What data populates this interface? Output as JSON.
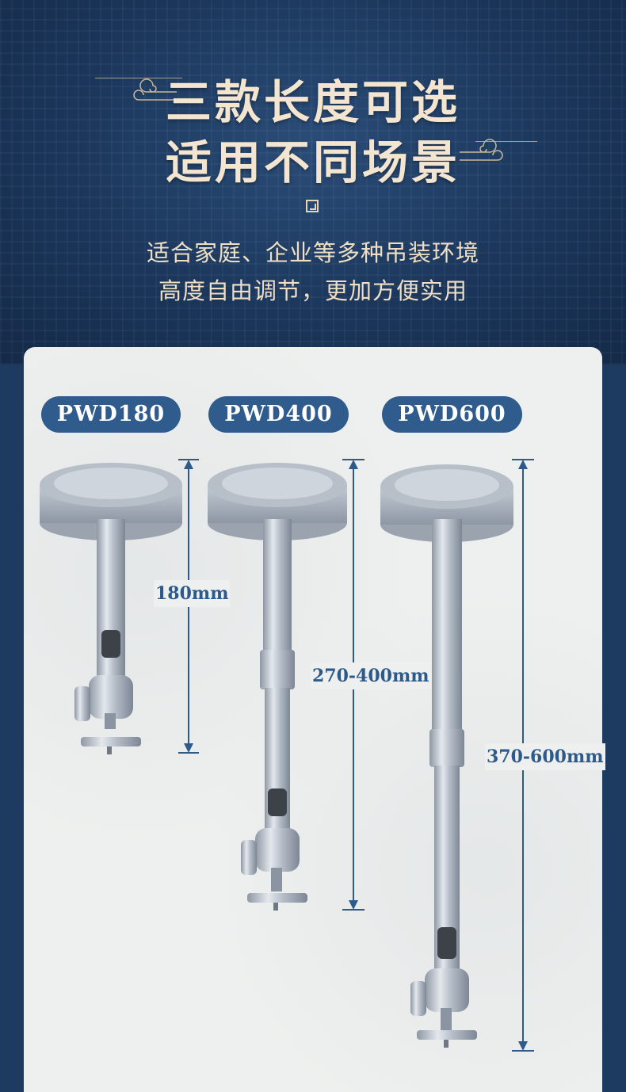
{
  "header": {
    "title_line1": "三款长度可选",
    "title_line2": "适用不同场景",
    "subtitle_line1": "适合家庭、企业等多种吊装环境",
    "subtitle_line2": "高度自由调节，更加方便实用"
  },
  "models": [
    {
      "name": "PWD180",
      "dimension": "180mm"
    },
    {
      "name": "PWD400",
      "dimension": "270-400mm"
    },
    {
      "name": "PWD600",
      "dimension": "370-600mm"
    }
  ],
  "colors": {
    "background": "#1d3a60",
    "title": "#f3e5cf",
    "accent_blue": "#2f5c8c",
    "panel": "#eef0ef"
  }
}
